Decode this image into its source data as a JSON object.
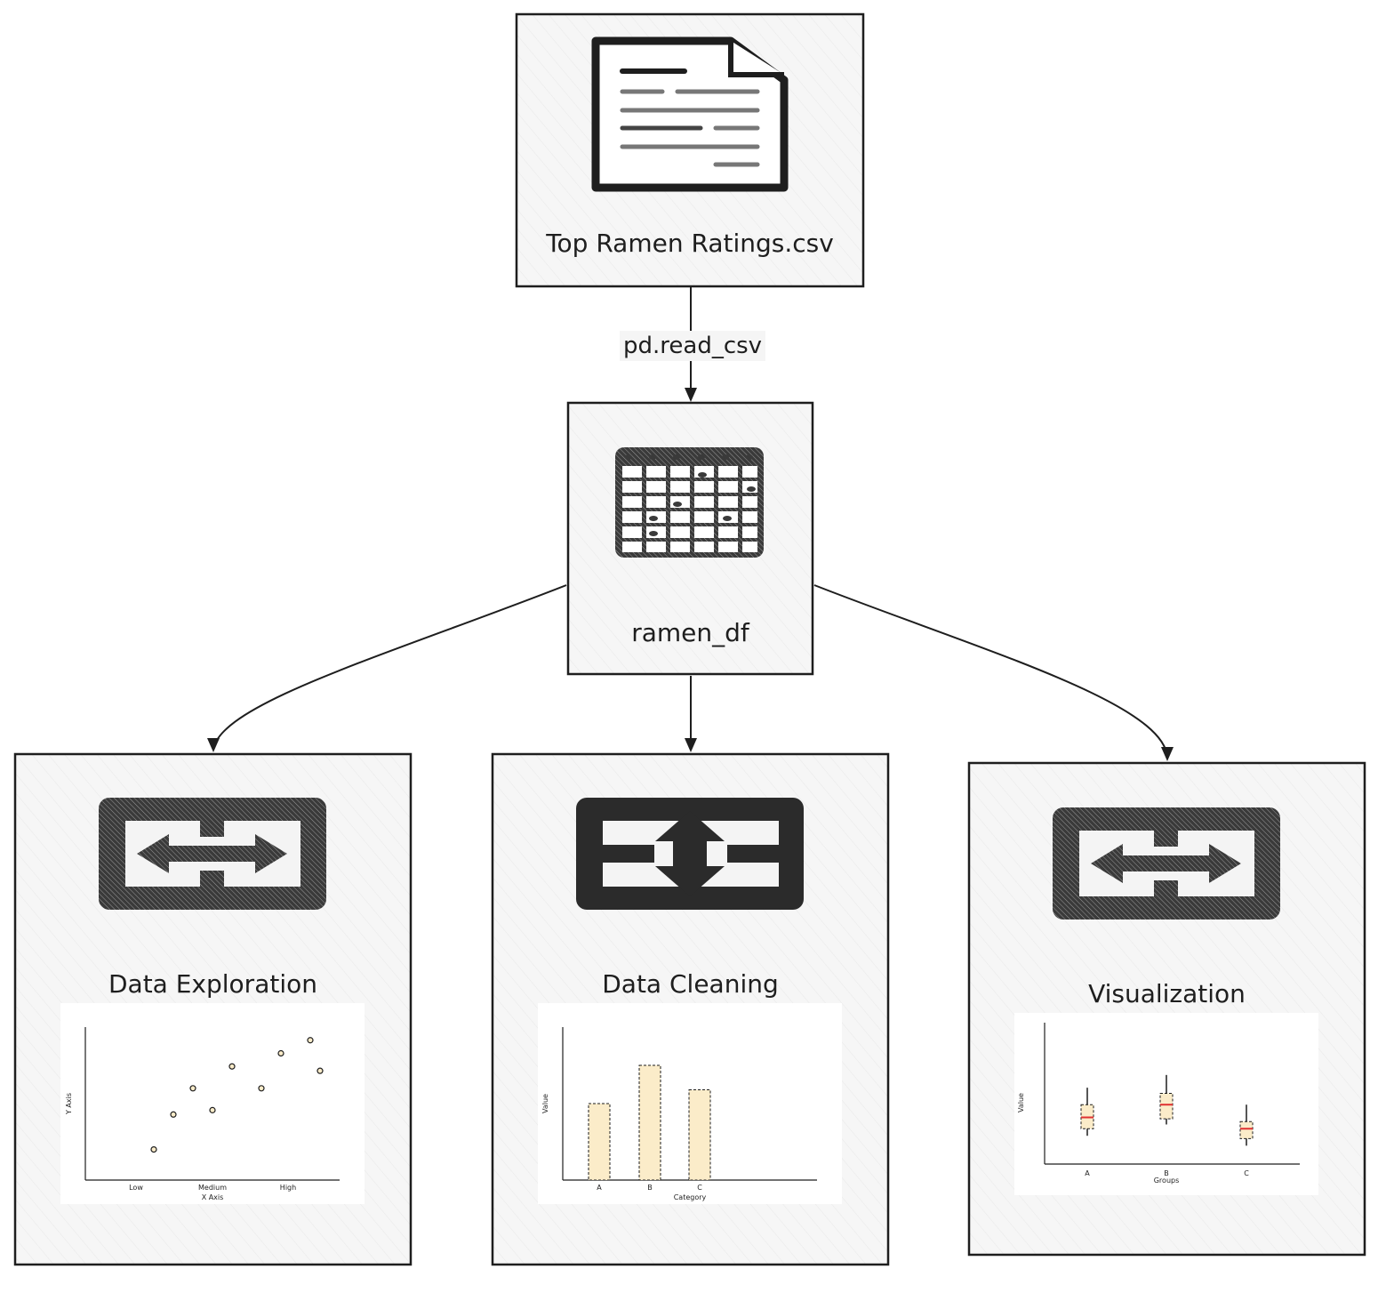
{
  "nodes": {
    "csv": {
      "label": "Top Ramen Ratings.csv",
      "icon": "document-icon"
    },
    "df": {
      "label": "ramen_df",
      "icon": "table-icon"
    },
    "explore": {
      "label": "Data Exploration",
      "icon": "horizontal-exchange-icon"
    },
    "clean": {
      "label": "Data Cleaning",
      "icon": "vertical-exchange-icon"
    },
    "viz": {
      "label": "Visualization",
      "icon": "horizontal-exchange-icon"
    }
  },
  "edges": {
    "read_csv": {
      "label": "pd.read_csv"
    }
  },
  "charts": [
    {
      "type": "scatter",
      "xlabel": "X Axis",
      "ylabel": "Y Axis",
      "x_ticks": [
        "Low",
        "Medium",
        "High"
      ],
      "points": [
        [
          0.7,
          1.5
        ],
        [
          0.9,
          2.3
        ],
        [
          1.1,
          2.9
        ],
        [
          1.3,
          2.4
        ],
        [
          1.5,
          3.4
        ],
        [
          1.8,
          2.9
        ],
        [
          2.0,
          3.7
        ],
        [
          2.3,
          4.0
        ],
        [
          2.4,
          3.3
        ]
      ]
    },
    {
      "type": "bar",
      "xlabel": "Category",
      "ylabel": "Value",
      "categories": [
        "A",
        "B",
        "C"
      ],
      "values": [
        50,
        75,
        59
      ],
      "ylim": [
        0,
        100
      ]
    },
    {
      "type": "box",
      "xlabel": "Groups",
      "ylabel": "Value",
      "categories": [
        "A",
        "B",
        "C"
      ],
      "boxes": [
        {
          "min": 20,
          "q1": 25,
          "median": 33,
          "q3": 42,
          "max": 54
        },
        {
          "min": 28,
          "q1": 32,
          "median": 42,
          "q3": 50,
          "max": 63
        },
        {
          "min": 13,
          "q1": 18,
          "median": 25,
          "q3": 30,
          "max": 42
        }
      ],
      "ylim": [
        0,
        100
      ]
    }
  ],
  "colors": {
    "stroke": "#1e1e1e",
    "node_fill": "#f5f5f5",
    "bar_fill": "#fbecc9",
    "median": "#e03131"
  }
}
